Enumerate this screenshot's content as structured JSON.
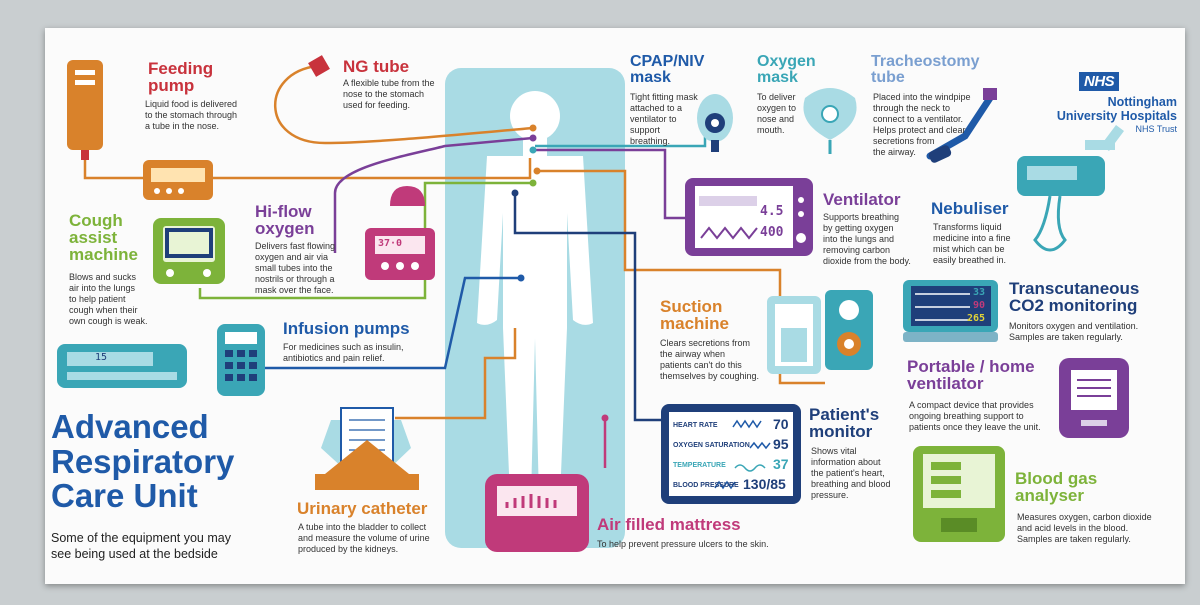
{
  "poster": {
    "title_lines": [
      "Advanced",
      "Respiratory",
      "Care Unit"
    ],
    "subtitle_lines": [
      "Some of the equipment you may",
      "see being used at the bedside"
    ]
  },
  "branding": {
    "badge": "NHS",
    "org_lines": [
      "Nottingham",
      "University Hospitals"
    ],
    "trust": "NHS Trust"
  },
  "colors": {
    "blue": "#1f5aa8",
    "teal": "#3aa6b6",
    "lightblue": "#a9dbe4",
    "purple": "#7a3f98",
    "orange": "#d9822b",
    "green": "#7db33a",
    "red": "#c8323c",
    "pink": "#c03a7a"
  },
  "equipment": {
    "feeding_pump": {
      "title_lines": [
        "Feeding",
        "pump"
      ],
      "desc": [
        "Liquid food is delivered",
        "to the stomach through",
        "a tube in the nose."
      ]
    },
    "ng_tube": {
      "title": "NG tube",
      "desc": [
        "A flexible tube from the",
        "nose to the stomach",
        "used for feeding."
      ]
    },
    "cpap": {
      "title_lines": [
        "CPAP/NIV",
        "mask"
      ],
      "desc": [
        "Tight fitting mask",
        "attached to a",
        "ventilator to",
        "support",
        "breathing."
      ]
    },
    "oxygen_mask": {
      "title_lines": [
        "Oxygen",
        "mask"
      ],
      "desc": [
        "To deliver",
        "oxygen to",
        "nose and",
        "mouth."
      ]
    },
    "tracheostomy": {
      "title_lines": [
        "Tracheostomy",
        "tube"
      ],
      "desc": [
        "Placed into the windpipe",
        "through the neck to",
        "connect to a ventilator.",
        "Helps protect and clear",
        "secretions from",
        "the airway."
      ]
    },
    "cough_assist": {
      "title_lines": [
        "Cough",
        "assist",
        "machine"
      ],
      "desc": [
        "Blows and sucks",
        "air into the lungs",
        "to help patient",
        "cough when their",
        "own cough is weak."
      ]
    },
    "hi_flow": {
      "title_lines": [
        "Hi-flow",
        "oxygen"
      ],
      "desc": [
        "Delivers fast flowing",
        "oxygen and air via",
        "small tubes into the",
        "nostrils or through a",
        "mask over the face."
      ],
      "display": "37·0"
    },
    "ventilator": {
      "title": "Ventilator",
      "desc": [
        "Supports breathing",
        "by  getting oxygen",
        "into the lungs and",
        "removing carbon",
        "dioxide from the body."
      ],
      "readings": [
        "4.5",
        "400"
      ]
    },
    "nebuliser": {
      "title": "Nebuliser",
      "desc": [
        "Transforms liquid",
        "medicine into a fine",
        "mist which can be",
        "easily breathed in."
      ]
    },
    "infusion": {
      "title": "Infusion pumps",
      "desc": [
        "For medicines such as insulin,",
        "antibiotics and pain relief."
      ],
      "display": "15"
    },
    "suction": {
      "title_lines": [
        "Suction",
        "machine"
      ],
      "desc": [
        "Clears secretions from",
        "the airway when",
        "patients can't do this",
        "themselves by coughing."
      ]
    },
    "transcutaneous": {
      "title_lines": [
        "Transcutaneous",
        "CO2 monitoring"
      ],
      "desc": [
        "Monitors oxygen and ventilation.",
        "Samples are taken regularly."
      ],
      "readings": [
        "33",
        "90",
        "265"
      ]
    },
    "portable_ventilator": {
      "title_lines": [
        "Portable / home",
        "ventilator"
      ],
      "desc": [
        "A compact device that provides",
        "ongoing breathing support to",
        "patients once they leave the unit."
      ]
    },
    "patient_monitor": {
      "title_lines": [
        "Patient's",
        "monitor"
      ],
      "desc": [
        "Shows vital",
        "information about",
        "the patient's heart,",
        "breathing and blood",
        "pressure."
      ],
      "rows": [
        {
          "label": "HEART RATE",
          "value": "70"
        },
        {
          "label": "OXYGEN SATURATION",
          "value": "95"
        },
        {
          "label": "TEMPERATURE",
          "value": "37"
        },
        {
          "label": "BLOOD PRESSURE",
          "value": "130/85"
        }
      ]
    },
    "blood_gas": {
      "title_lines": [
        "Blood gas",
        "analyser"
      ],
      "desc": [
        "Measures oxygen, carbon dioxide",
        "and acid levels in the blood.",
        "Samples are taken regularly."
      ]
    },
    "urinary_catheter": {
      "title": "Urinary catheter",
      "desc": [
        "A tube into the bladder to collect",
        "and measure the volume of urine",
        "produced by the kidneys."
      ]
    },
    "mattress": {
      "title": "Air filled mattress",
      "desc": [
        "To help prevent pressure ulcers to the skin."
      ]
    }
  }
}
